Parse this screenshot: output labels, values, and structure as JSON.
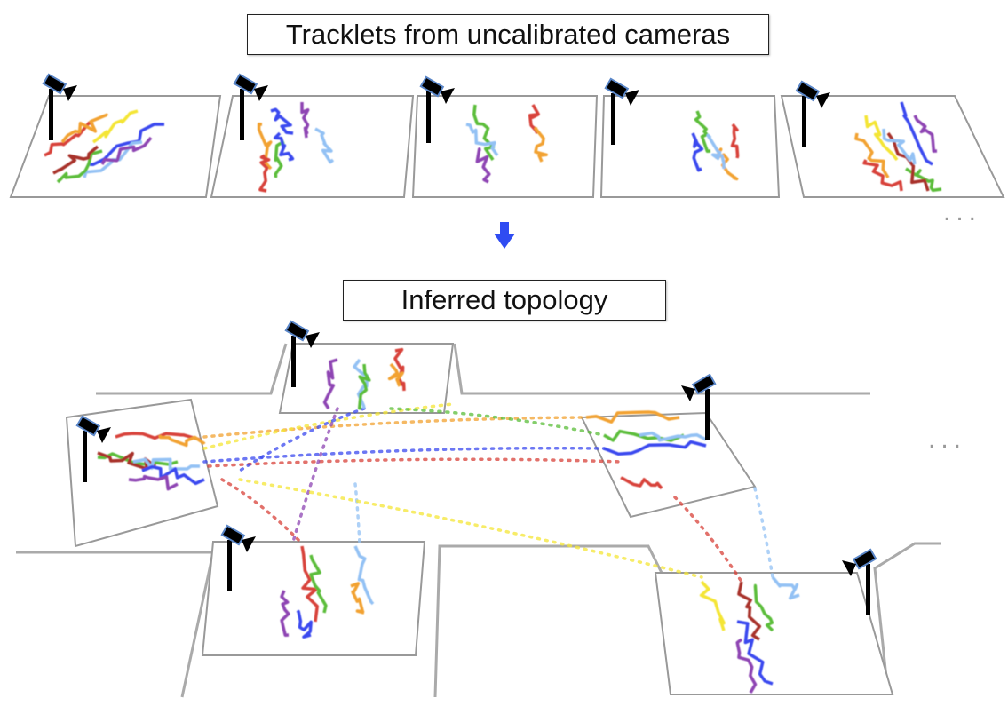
{
  "title_top": "Tracklets from uncalibrated cameras",
  "title_bottom": "Inferred topology",
  "ellipsis_top": "...",
  "ellipsis_bottom": "...",
  "arrow_icon": "down-arrow",
  "colors": {
    "red": "#d8423a",
    "orange": "#f2a230",
    "yellow": "#f4e536",
    "green": "#5bbd3a",
    "blue": "#3b49ef",
    "lightblue": "#93c1f4",
    "purple": "#8e45b3",
    "darkred": "#a8332c",
    "arrow": "#2f4cf2"
  }
}
